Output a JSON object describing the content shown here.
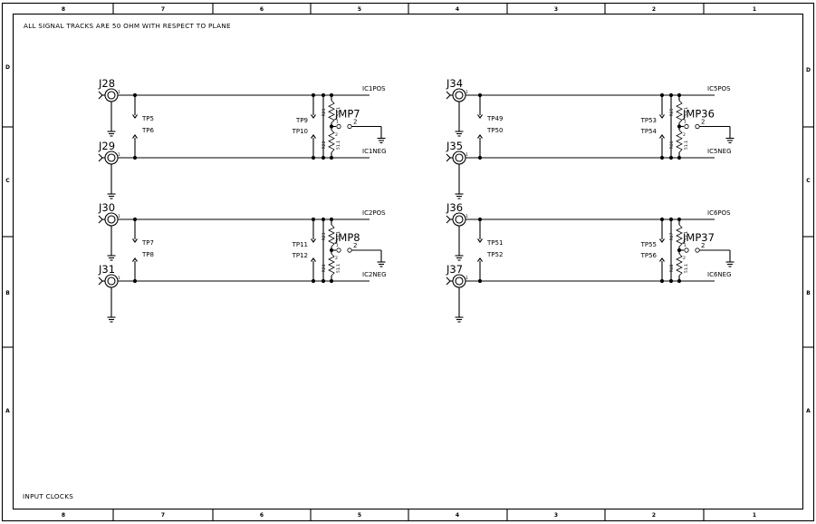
{
  "sheet": {
    "note": "ALL SIGNAL TRACKS ARE 50 OHM WITH RESPECT TO PLANE",
    "footer": "INPUT CLOCKS",
    "zones_top": [
      "8",
      "7",
      "6",
      "5",
      "4",
      "3",
      "2",
      "1"
    ],
    "zones_bottom": [
      "8",
      "7",
      "6",
      "5",
      "4",
      "3",
      "2",
      "1"
    ],
    "zones_left": [
      "D",
      "C",
      "B",
      "A"
    ],
    "zones_right": [
      "D",
      "C",
      "B",
      "A"
    ]
  },
  "blocks": [
    {
      "pos_connector": "J28",
      "neg_connector": "J29",
      "tp_pos": "TP5",
      "tp_neg": "TP6",
      "tp_term_pos": "TP9",
      "tp_term_neg": "TP10",
      "res_pos": "R21",
      "res_neg": "R22",
      "res_pos_val": "51.1",
      "res_neg_val": "51.1",
      "jumper": "JMP7",
      "jumper_pin1": "1",
      "jumper_pin2": "2",
      "pin_pos": "1",
      "pin_neg": "1",
      "res_pin_pos": "2",
      "res_pin_neg": "2",
      "pos_net": "IC1POS",
      "neg_net": "IC1NEG"
    },
    {
      "pos_connector": "J30",
      "neg_connector": "J31",
      "tp_pos": "TP7",
      "tp_neg": "TP8",
      "tp_term_pos": "TP11",
      "tp_term_neg": "TP12",
      "res_pos": "R23",
      "res_neg": "R24",
      "res_pos_val": "51.1",
      "res_neg_val": "51.1",
      "jumper": "JMP8",
      "jumper_pin1": "1",
      "jumper_pin2": "2",
      "pin_pos": "1",
      "pin_neg": "1",
      "res_pin_pos": "2",
      "res_pin_neg": "2",
      "pos_net": "IC2POS",
      "neg_net": "IC2NEG"
    },
    {
      "pos_connector": "J34",
      "neg_connector": "J35",
      "tp_pos": "TP49",
      "tp_neg": "TP50",
      "tp_term_pos": "TP53",
      "tp_term_neg": "TP54",
      "res_pos": "R65",
      "res_neg": "R66",
      "res_pos_val": "51.1",
      "res_neg_val": "51.1",
      "jumper": "JMP36",
      "jumper_pin1": "1",
      "jumper_pin2": "2",
      "pin_pos": "1",
      "pin_neg": "1",
      "res_pin_pos": "2",
      "res_pin_neg": "2",
      "pos_net": "IC5POS",
      "neg_net": "IC5NEG"
    },
    {
      "pos_connector": "J36",
      "neg_connector": "J37",
      "tp_pos": "TP51",
      "tp_neg": "TP52",
      "tp_term_pos": "TP55",
      "tp_term_neg": "TP56",
      "res_pos": "R67",
      "res_neg": "R68",
      "res_pos_val": "51.1",
      "res_neg_val": "51.1",
      "jumper": "JMP37",
      "jumper_pin1": "1",
      "jumper_pin2": "2",
      "pin_pos": "1",
      "pin_neg": "1",
      "res_pin_pos": "2",
      "res_pin_neg": "2",
      "pos_net": "IC6POS",
      "neg_net": "IC6NEG"
    }
  ]
}
